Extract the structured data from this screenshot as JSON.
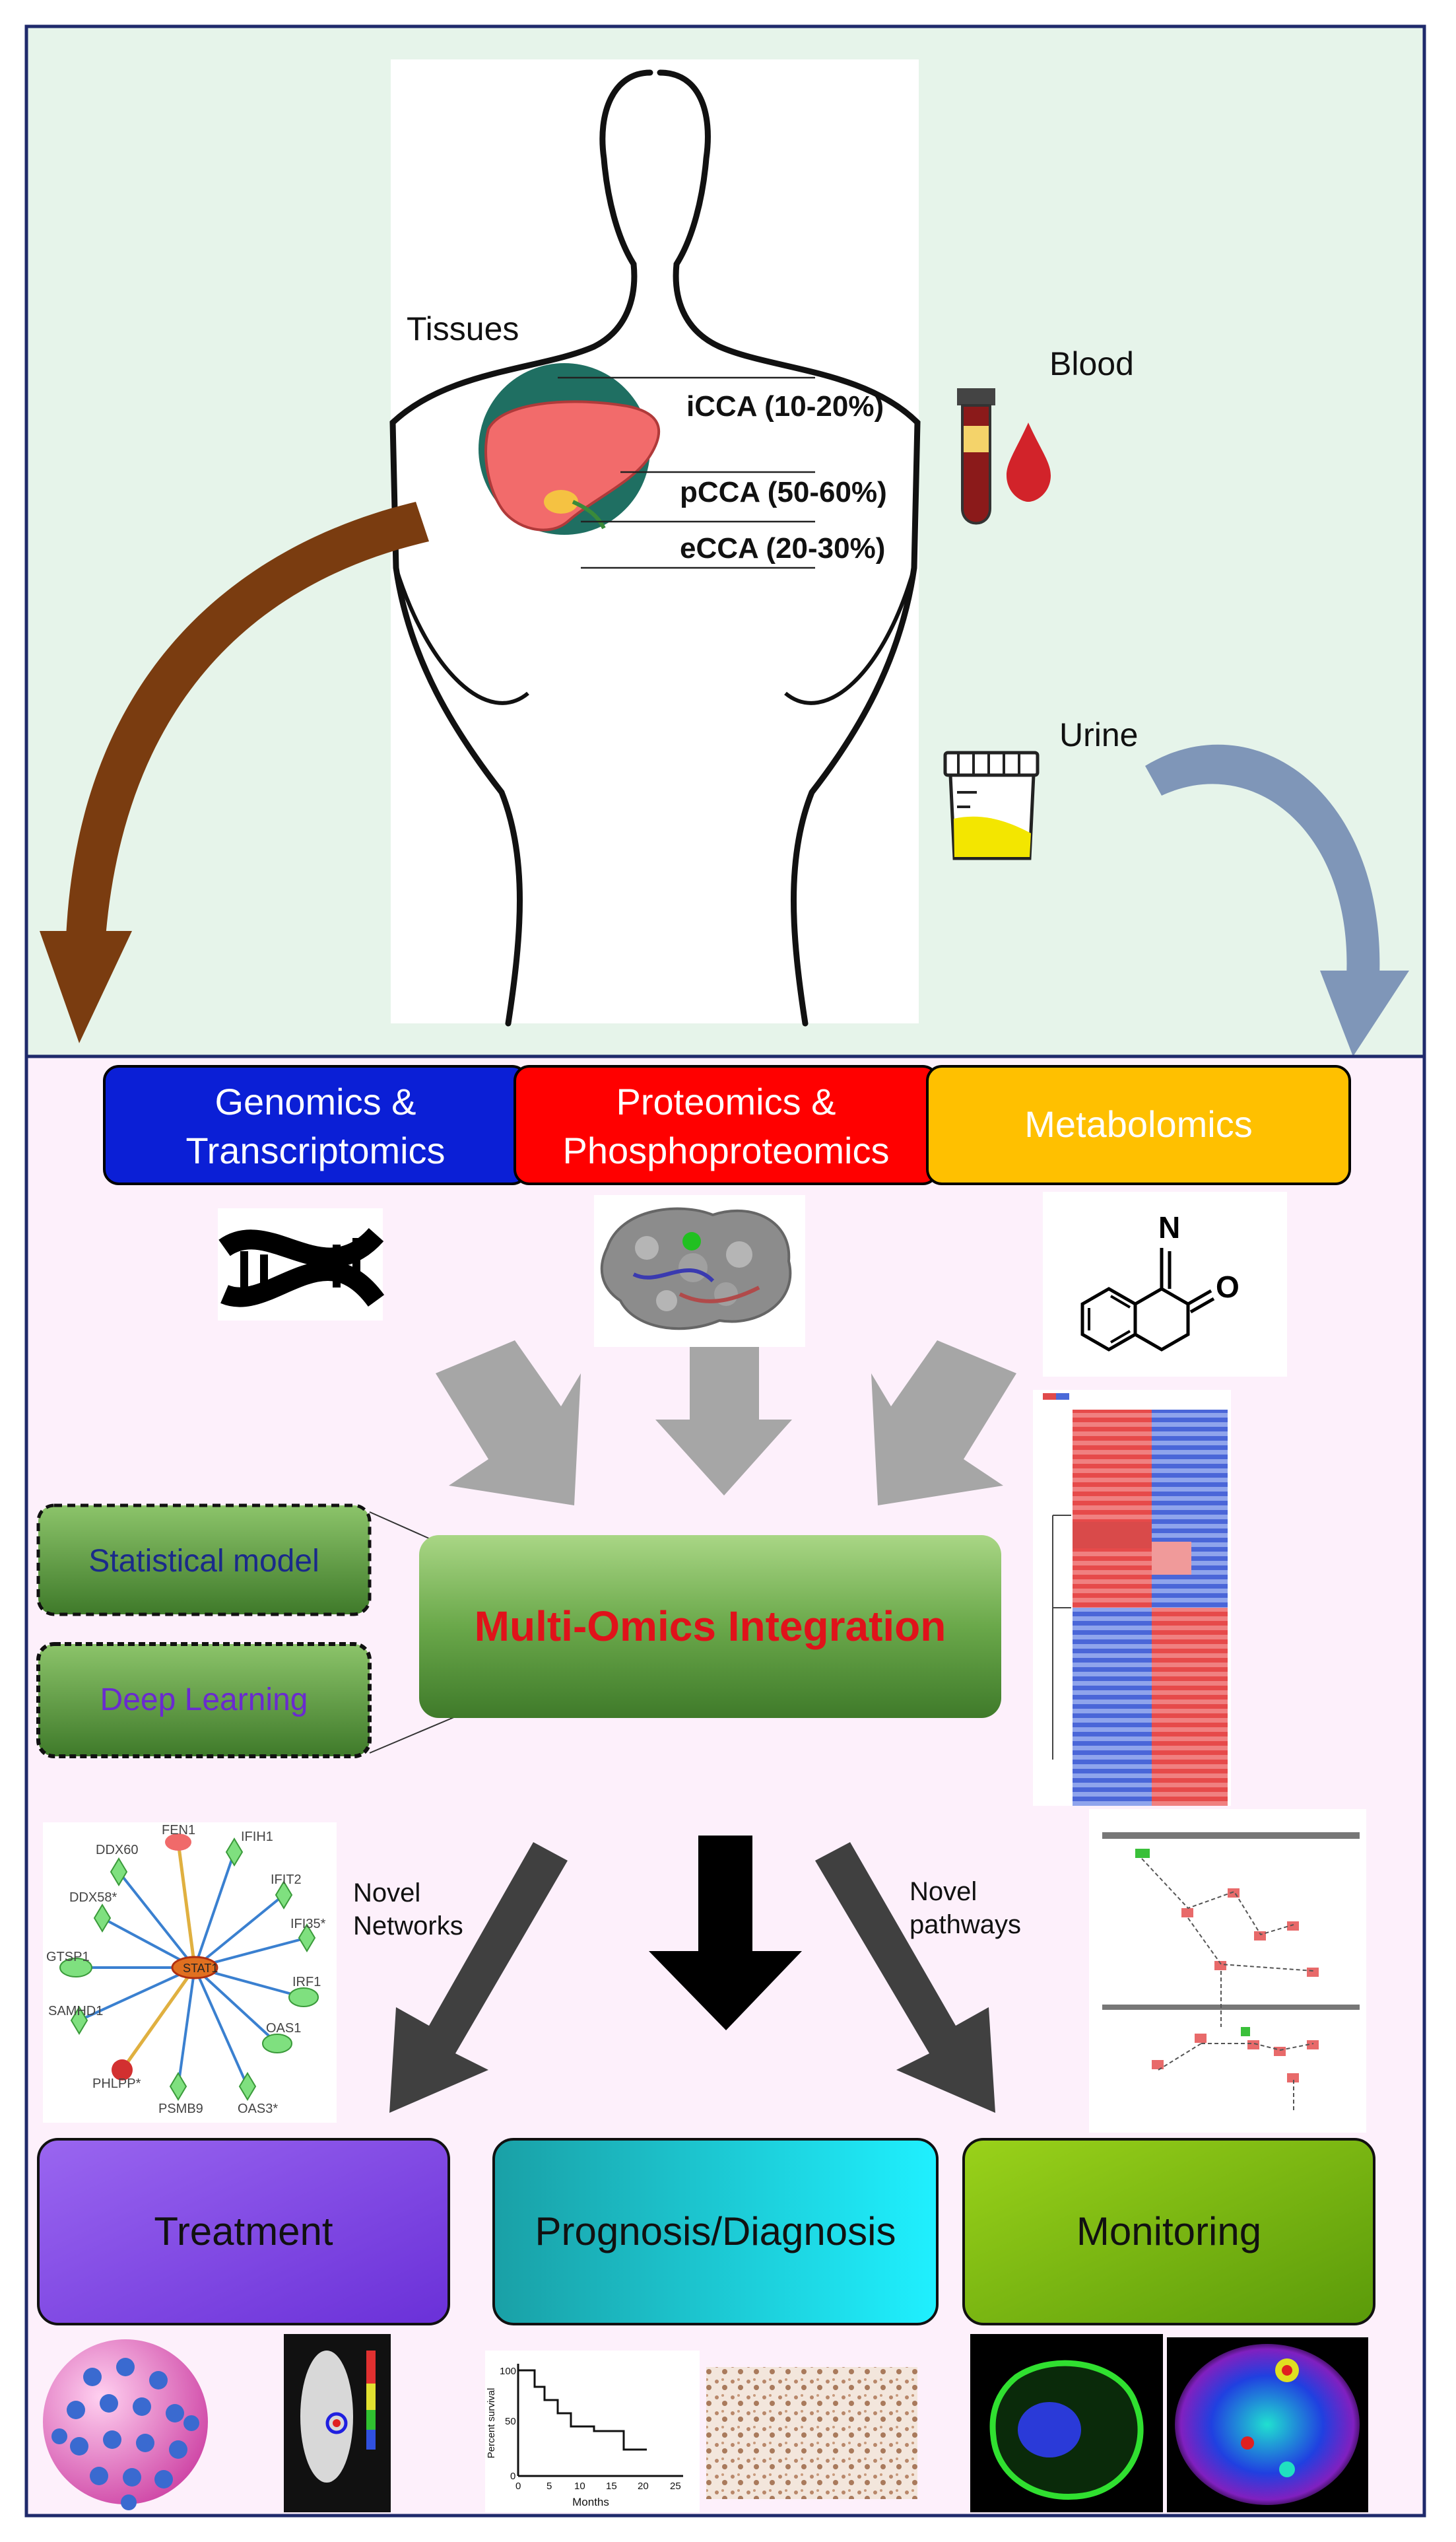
{
  "top_panel": {
    "labels": {
      "tissues": "Tissues",
      "blood": "Blood",
      "urine": "Urine"
    },
    "cca_types": [
      {
        "label": "iCCA (10-20%)"
      },
      {
        "label": "pCCA (50-60%)"
      },
      {
        "label": "eCCA (20-30%)"
      }
    ]
  },
  "omics_headers": [
    {
      "line1": "Genomics &",
      "line2": "Transcriptomics",
      "color": "#0b1fd6"
    },
    {
      "line1": "Proteomics &",
      "line2": "Phosphoproteomics",
      "color": "#ff0000"
    },
    {
      "line1": "Metabolomics",
      "line2": "",
      "color": "#ffc000"
    }
  ],
  "molecule": {
    "atom_n": "N",
    "atom_o": "O"
  },
  "integration": {
    "title": "Multi-Omics Integration",
    "methods": [
      "Statistical model",
      "Deep Learning"
    ]
  },
  "network": {
    "label_line1": "Novel",
    "label_line2": "Networks",
    "nodes": [
      "FEN1",
      "IFIH1",
      "IFIT2",
      "IFI35*",
      "IRF1",
      "OAS1",
      "OAS3*",
      "PSMB9",
      "PHLPP*",
      "SAMHD1",
      "GTSP1",
      "DDX58*",
      "DDX60"
    ],
    "hub": "STAT1"
  },
  "pathway": {
    "label_line1": "Novel",
    "label_line2": "pathways"
  },
  "outcomes": [
    {
      "label": "Treatment"
    },
    {
      "label": "Prognosis/Diagnosis"
    },
    {
      "label": "Monitoring"
    }
  ],
  "survival_plot": {
    "ylabel": "Percent survival",
    "xlabel": "Months",
    "yticks": [
      "100",
      "50",
      "0"
    ],
    "xticks": [
      "0",
      "5",
      "10",
      "15",
      "20",
      "25"
    ]
  },
  "colors": {
    "top_bg": "#e6f4ea",
    "bottom_bg": "#fdf0fb",
    "frame": "#1f2a6b",
    "integration_red": "#e0121a",
    "stat_text": "#1a2a8a",
    "deep_text": "#6a2ad0"
  }
}
